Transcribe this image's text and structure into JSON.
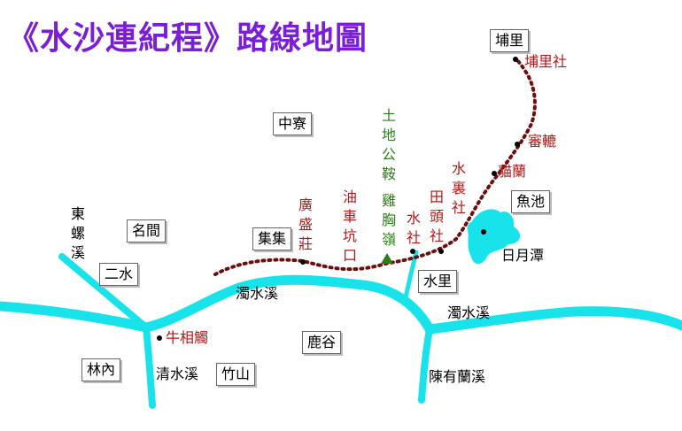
{
  "title": "《水沙連紀程》路線地圖",
  "colors": {
    "title": "#7a1fd6",
    "river": "#19e3ea",
    "route": "#6b0f0f",
    "label_red": "#b01818",
    "label_green": "#2c7d1b"
  },
  "places": {
    "puli": "埔里",
    "zhongliao": "中寮",
    "yuchi": "魚池",
    "mingjian": "名間",
    "jiji": "集集",
    "ershui": "二水",
    "shuili": "水里",
    "lugu": "鹿谷",
    "linnei": "林內",
    "zhushan": "竹山"
  },
  "route_stops": {
    "puli_she": "埔里社",
    "shengjia": "審轆",
    "maolan": "貓蘭",
    "shuili_she": "水裏社",
    "tiantou_she": "田頭社",
    "shui_she": "水社",
    "youche_kengkou": "油車坑口",
    "guangsheng_zhuang": "廣盛莊",
    "niuxiang_chu": "牛相觸"
  },
  "mountain": {
    "name": "土地公鞍",
    "name2": "雞胸嶺",
    "icon": "triangle-mountain-icon"
  },
  "water": {
    "zhuoshui_1": "濁水溪",
    "zhuoshui_2": "濁水溪",
    "qingshui": "清水溪",
    "chenyoulan": "陳有蘭溪",
    "dongluo": "東螺溪",
    "sun_moon_lake": "日月潭"
  }
}
